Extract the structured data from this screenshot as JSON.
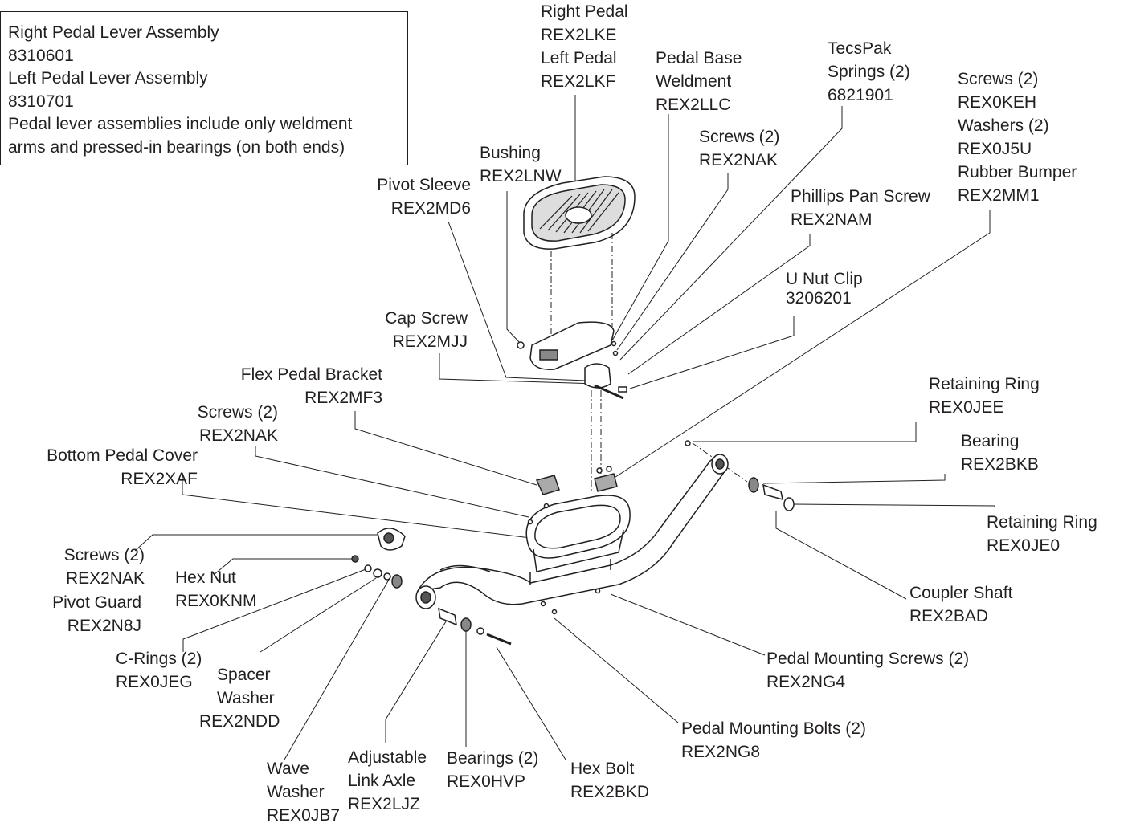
{
  "note": {
    "lines": [
      "Right Pedal Lever Assembly",
      "8310601",
      "Left Pedal Lever Assembly",
      "8310701",
      "Pedal lever assemblies include only weldment",
      "arms and pressed-in bearings (on both ends)"
    ]
  },
  "callouts": {
    "right_left_pedal": [
      "Right Pedal",
      "REX2LKE",
      "Left Pedal",
      "REX2LKF"
    ],
    "pedal_base_weldment": [
      "Pedal Base",
      "Weldment",
      "REX2LLC"
    ],
    "tecspak_springs": [
      "TecsPak",
      "Springs (2)",
      "6821901"
    ],
    "screws_washers_bumper": [
      "Screws (2)",
      "REX0KEH",
      "Washers (2)",
      "REX0J5U",
      "Rubber Bumper",
      "REX2MM1"
    ],
    "bushing": [
      "Bushing",
      "REX2LNW"
    ],
    "screws_top": [
      "Screws (2)",
      "REX2NAK"
    ],
    "pivot_sleeve": [
      "Pivot Sleeve",
      "REX2MD6"
    ],
    "phillips_pan_screw": [
      "Phillips Pan Screw",
      "REX2NAM"
    ],
    "u_nut_clip": [
      "U Nut Clip",
      "3206201"
    ],
    "cap_screw": [
      "Cap Screw",
      "REX2MJJ"
    ],
    "flex_pedal_bracket": [
      "Flex Pedal Bracket",
      "REX2MF3"
    ],
    "retaining_ring_top": [
      "Retaining Ring",
      "REX0JEE"
    ],
    "screws_mid": [
      "Screws (2)",
      "REX2NAK"
    ],
    "bottom_pedal_cover": [
      "Bottom Pedal Cover",
      "REX2XAF"
    ],
    "bearing": [
      "Bearing",
      "REX2BKB"
    ],
    "retaining_ring_right": [
      "Retaining Ring",
      "REX0JE0"
    ],
    "screws_left": [
      "Screws (2)",
      "REX2NAK"
    ],
    "hex_nut": [
      "Hex Nut",
      "REX0KNM"
    ],
    "pivot_guard": [
      "Pivot Guard",
      "REX2N8J"
    ],
    "coupler_shaft": [
      "Coupler Shaft",
      "REX2BAD"
    ],
    "c_rings": [
      "C-Rings (2)",
      "REX0JEG"
    ],
    "spacer_washer": [
      "Spacer",
      "Washer",
      "REX2NDD"
    ],
    "pedal_mounting_screws": [
      "Pedal Mounting Screws (2)",
      "REX2NG4"
    ],
    "pedal_mounting_bolts": [
      "Pedal Mounting Bolts (2)",
      "REX2NG8"
    ],
    "wave_washer": [
      "Wave",
      "Washer",
      "REX0JB7"
    ],
    "adjustable_link_axle": [
      "Adjustable",
      "Link Axle",
      "REX2LJZ"
    ],
    "bearings": [
      "Bearings (2)",
      "REX0HVP"
    ],
    "hex_bolt": [
      "Hex Bolt",
      "REX2BKD"
    ]
  }
}
